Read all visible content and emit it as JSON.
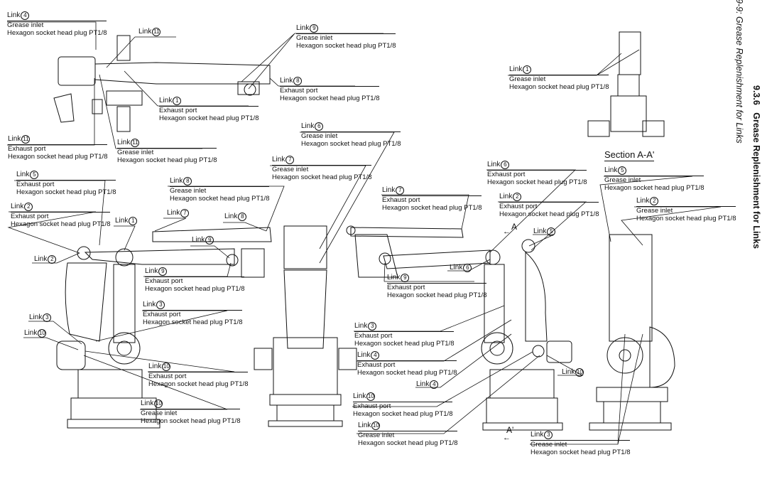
{
  "section": {
    "number": "9.3.6",
    "title": "Grease Replenishment for Links"
  },
  "figure_caption": "9-9: Grease Replenishment for Links",
  "section_view_label": "Section A-A'",
  "view_markers": [
    "A",
    "A'"
  ],
  "callouts": [
    {
      "id": "c1",
      "link": "Link",
      "num": "4",
      "lines": [
        "Grease inlet",
        "Hexagon socket head plug PT1/8"
      ]
    },
    {
      "id": "c2",
      "link": "Link",
      "num": "11",
      "lines": []
    },
    {
      "id": "c3",
      "link": "Link",
      "num": "9",
      "lines": [
        "Grease inlet",
        "Hexagon socket head plug PT1/8"
      ]
    },
    {
      "id": "c4",
      "link": "Link",
      "num": "8",
      "lines": [
        "Exhaust port",
        "Hexagon socket head plug PT1/8"
      ]
    },
    {
      "id": "c5",
      "link": "Link",
      "num": "1",
      "lines": [
        "Exhaust port",
        "Hexagon socket head plug PT1/8"
      ]
    },
    {
      "id": "c6",
      "link": "Link",
      "num": "11",
      "lines": [
        "Exhaust port",
        "Hexagon socket head plug PT1/8"
      ]
    },
    {
      "id": "c7",
      "link": "Link",
      "num": "11",
      "lines": [
        "Grease inlet",
        "Hexagon socket head plug PT1/8"
      ]
    },
    {
      "id": "c8",
      "link": "Link",
      "num": "1",
      "lines": [
        "Grease inlet",
        "Hexagon socket head plug PT1/8"
      ]
    },
    {
      "id": "c9",
      "link": "Link",
      "num": "6",
      "lines": [
        "Grease inlet",
        "Hexagon socket head plug PT1/8"
      ]
    },
    {
      "id": "c10",
      "link": "Link",
      "num": "7",
      "lines": [
        "Grease inlet",
        "Hexagon socket head plug PT1/8"
      ]
    },
    {
      "id": "c11",
      "link": "Link",
      "num": "5",
      "lines": [
        "Exhaust port",
        "Hexagon socket head plug PT1/8"
      ]
    },
    {
      "id": "c12",
      "link": "Link",
      "num": "8",
      "lines": [
        "Grease inlet",
        "Hexagon socket head plug PT1/8"
      ]
    },
    {
      "id": "c13",
      "link": "Link",
      "num": "2",
      "lines": [
        "Exhaust port",
        "Hexagon socket head plug PT1/8"
      ]
    },
    {
      "id": "c14",
      "link": "Link",
      "num": "7",
      "lines": []
    },
    {
      "id": "c15",
      "link": "Link",
      "num": "1",
      "lines": []
    },
    {
      "id": "c16",
      "link": "Link",
      "num": "8",
      "lines": []
    },
    {
      "id": "c17",
      "link": "Link",
      "num": "9",
      "lines": []
    },
    {
      "id": "c18",
      "link": "Link",
      "num": "2",
      "lines": []
    },
    {
      "id": "c19",
      "link": "Link",
      "num": "9",
      "lines": [
        "Exhaust port",
        "Hexagon socket head plug PT1/8"
      ]
    },
    {
      "id": "c20",
      "link": "Link",
      "num": "3",
      "lines": [
        "Exhaust port",
        "Hexagon socket head plug PT1/8"
      ]
    },
    {
      "id": "c21",
      "link": "Link",
      "num": "3",
      "lines": []
    },
    {
      "id": "c22",
      "link": "Link",
      "num": "10",
      "lines": []
    },
    {
      "id": "c23",
      "link": "Link",
      "num": "10",
      "lines": [
        "Exhaust port",
        "Hexagon socket head plug PT1/8"
      ]
    },
    {
      "id": "c24",
      "link": "Link",
      "num": "10",
      "lines": [
        "Grease inlet",
        "Hexagon socket head plug PT1/8"
      ]
    },
    {
      "id": "c25",
      "link": "Link",
      "num": "7",
      "lines": [
        "Exhaust port",
        "Hexagon socket head plug PT1/8"
      ]
    },
    {
      "id": "c26",
      "link": "Link",
      "num": "6",
      "lines": [
        "Exhaust port",
        "Hexagon socket head plug PT1/8"
      ]
    },
    {
      "id": "c27",
      "link": "Link",
      "num": "2",
      "lines": [
        "Exhaust port",
        "Hexagon socket head plug PT1/8"
      ]
    },
    {
      "id": "c28",
      "link": "Link",
      "num": "5",
      "lines": []
    },
    {
      "id": "c29",
      "link": "Link",
      "num": "6",
      "lines": []
    },
    {
      "id": "c30",
      "link": "Link",
      "num": "9",
      "lines": [
        "Exhaust port",
        "Hexagon socket head plug PT1/8"
      ]
    },
    {
      "id": "c31",
      "link": "Link",
      "num": "3",
      "lines": [
        "Exhaust port",
        "Hexagon socket head plug PT1/8"
      ]
    },
    {
      "id": "c32",
      "link": "Link",
      "num": "4",
      "lines": [
        "Exhaust port",
        "Hexagon socket head plug PT1/8"
      ]
    },
    {
      "id": "c33",
      "link": "Link",
      "num": "4",
      "lines": []
    },
    {
      "id": "c34",
      "link": "Link",
      "num": "10",
      "lines": [
        "Exhaust port",
        "Hexagon socket head plug PT1/8"
      ]
    },
    {
      "id": "c35",
      "link": "Link",
      "num": "10",
      "lines": [
        "Grease inlet",
        "Hexagon socket head plug PT1/8"
      ]
    },
    {
      "id": "c36",
      "link": "Link",
      "num": "10",
      "lines": []
    },
    {
      "id": "c37",
      "link": "Link",
      "num": "3",
      "lines": [
        "Grease inlet",
        "Hexagon socket head plug PT1/8"
      ]
    },
    {
      "id": "c38",
      "link": "Link",
      "num": "5",
      "lines": [
        "Grease inlet",
        "Hexagon socket head plug PT1/8"
      ]
    },
    {
      "id": "c39",
      "link": "Link",
      "num": "2",
      "lines": [
        "Grease inlet",
        "Hexagon socket head plug PT1/8"
      ]
    }
  ]
}
